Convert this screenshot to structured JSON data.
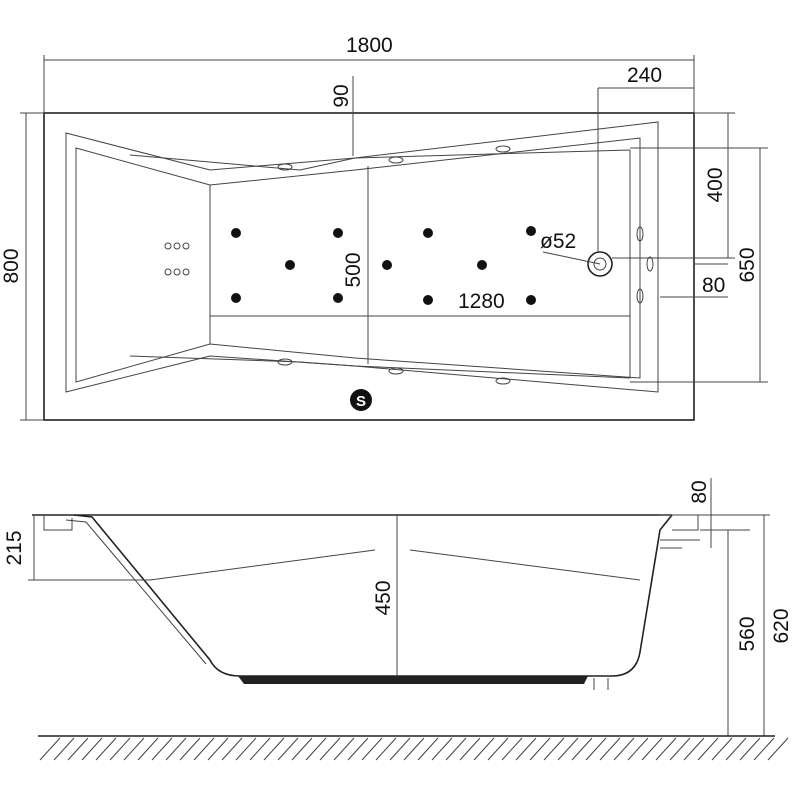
{
  "top_view": {
    "dim_length": "1800",
    "dim_width": "800",
    "dim_offset_90": "90",
    "dim_drain_offset": "240",
    "dim_drain_y": "400",
    "dim_overall_650": "650",
    "dim_inner_500": "500",
    "dim_inner_1280": "1280",
    "dim_edge_80": "80",
    "drain_diameter": "ø52",
    "symbol_letter": "S"
  },
  "side_view": {
    "dim_rim_depth": "215",
    "dim_inner_depth": "450",
    "dim_rim_80": "80",
    "dim_height_560": "560",
    "dim_height_620": "620"
  }
}
